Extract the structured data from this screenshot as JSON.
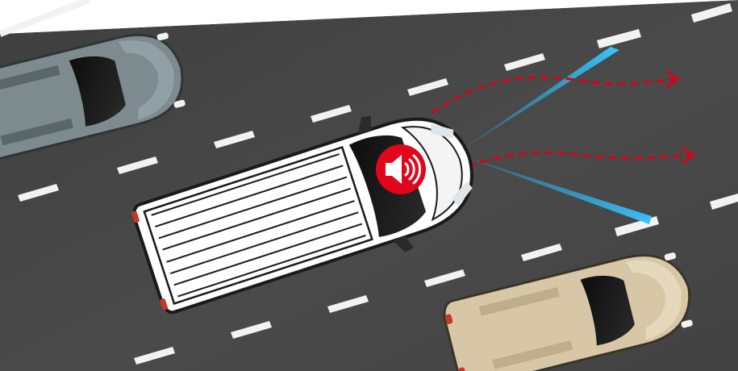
{
  "scene": {
    "subject": "lane-departure-warning",
    "vehicles": [
      {
        "role": "ego-van",
        "color": "#ffffff"
      },
      {
        "role": "left-car",
        "color": "#7d8b8f"
      },
      {
        "role": "right-car",
        "color": "#d8c7a6"
      }
    ],
    "warning_icon": "speaker-icon",
    "colors": {
      "road": "#4a4a4a",
      "lane_marking": "#f2f2f2",
      "sensor_beam": "#2aa7e6",
      "path_arrow": "#d9001b",
      "warning_badge": "#e1061b"
    }
  }
}
